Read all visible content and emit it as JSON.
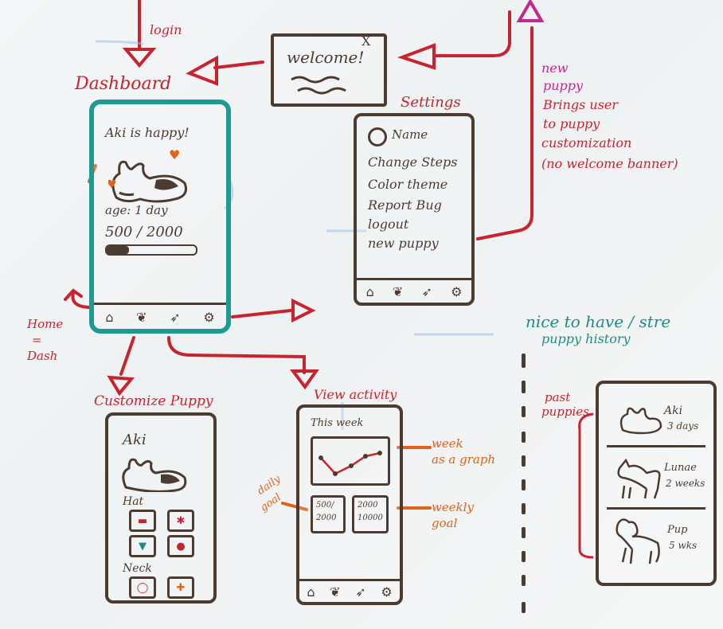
{
  "login": "login",
  "dashboard_title": "Dashboard",
  "welcome_popup": {
    "text": "welcome!",
    "close": "X"
  },
  "settings": {
    "title": "Settings",
    "items": [
      "Change Steps",
      "Color theme",
      "Report Bug",
      "logout",
      "new puppy"
    ],
    "account": "Name"
  },
  "new_puppy_note": [
    "new",
    "puppy",
    "Brings user",
    "to puppy",
    "customization",
    "(no welcome banner)"
  ],
  "dashboard": {
    "header": "Aki is happy!",
    "age": "age: 1 day",
    "steps": "500 / 2000",
    "progress": 0.25
  },
  "home_note": [
    "Home",
    "=",
    "Dash"
  ],
  "customize": {
    "title": "Customize Puppy",
    "name": "Aki",
    "hat": "Hat",
    "neck": "Neck"
  },
  "activity": {
    "title": "View activity",
    "this_week": "This week",
    "week_note": [
      "week",
      "as a graph"
    ],
    "daily_label": [
      "daily",
      "goal"
    ],
    "weekly_label": [
      "weekly",
      "goal"
    ],
    "daily_value": [
      "500/",
      "2000"
    ],
    "weekly_value": [
      "2000",
      "10000"
    ]
  },
  "nice_to_have": {
    "title": "nice to have / stre",
    "subtitle": "puppy history",
    "past_label": [
      "past",
      "puppies"
    ],
    "puppies": [
      {
        "name": "Aki",
        "age": "3 days"
      },
      {
        "name": "Lunae",
        "age": "2 weeks"
      },
      {
        "name": "Pup",
        "age": "5 wks"
      }
    ]
  },
  "colors": {
    "red": "#c8242f",
    "teal": "#1e9a92",
    "brown": "#4c3b30",
    "orange": "#e0621b",
    "magenta": "#c02a8e"
  }
}
